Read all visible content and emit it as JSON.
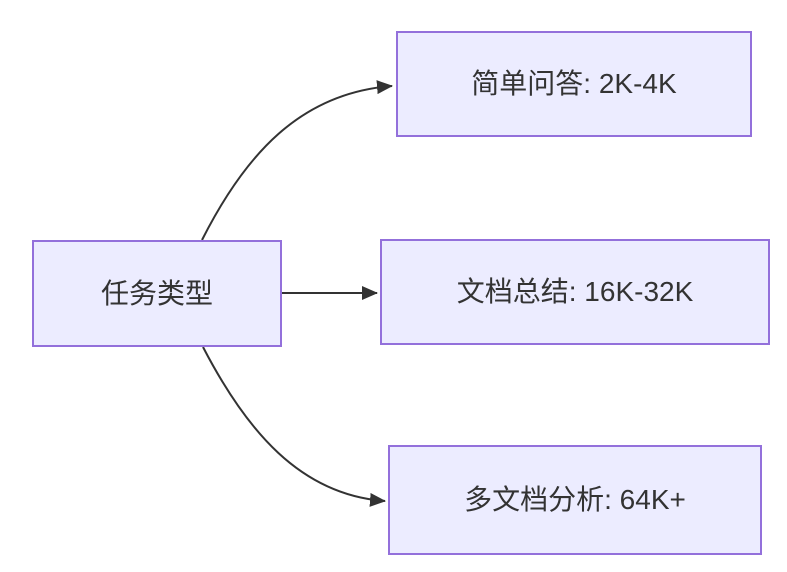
{
  "colors": {
    "node-fill": "#ECECFF",
    "node-border": "#9370DB",
    "edge": "#333333",
    "text": "#333333",
    "background": "#ffffff"
  },
  "diagram": {
    "type": "flowchart-left-to-right",
    "root": {
      "label": "任务类型"
    },
    "branches": [
      {
        "label": "简单问答: 2K-4K"
      },
      {
        "label": "文档总结: 16K-32K"
      },
      {
        "label": "多文档分析: 64K+"
      }
    ]
  }
}
